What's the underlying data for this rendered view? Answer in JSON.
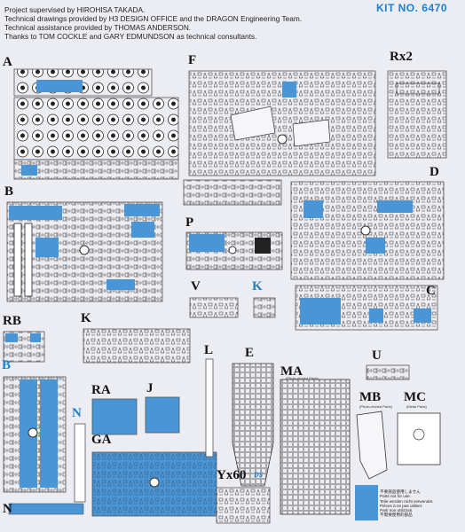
{
  "header": {
    "credits": [
      "Project supervised by HIROHISA TAKADA.",
      "Technical drawings provided by H3 DESIGN OFFICE and the DRAGON Engineering Team.",
      "Technical assistance provided by THOMAS ANDERSON.",
      "Thanks to TOM COCKLE and GARY EDMUNDSON as technical consultants."
    ],
    "kit_no": "KIT NO. 6470"
  },
  "sprues": {
    "A": "A",
    "F": "F",
    "Rx2": "Rx2",
    "B": "B",
    "D": "D",
    "P": "P",
    "V": "V",
    "K_blue": "K",
    "C": "C",
    "RB": "RB",
    "K": "K",
    "B_blue": "B",
    "L": "L",
    "E": "E",
    "MA": "MA",
    "U": "U",
    "RA": "RA",
    "J": "J",
    "MB": "MB",
    "MC": "MC",
    "N_blue": "N",
    "GA": "GA",
    "Yx60": "Yx60",
    "N": "N"
  },
  "sublabels": {
    "MA": "(Photo-etched Parts)",
    "MB": "(Photo-etched Parts)",
    "MC": "(Metal Parts)",
    "Yx60": "DS"
  },
  "unused_note": [
    "不要部品使用しません",
    "Parts not for use.",
    "Teile werden nicht verwendet.",
    "Pièces à ne pas utiliser.",
    "Parti non utilizzati.",
    "不需要使用的部品"
  ],
  "colors": {
    "unused": "#4a95d6",
    "label_blue": "#1a7fd0",
    "frame": "#555"
  }
}
